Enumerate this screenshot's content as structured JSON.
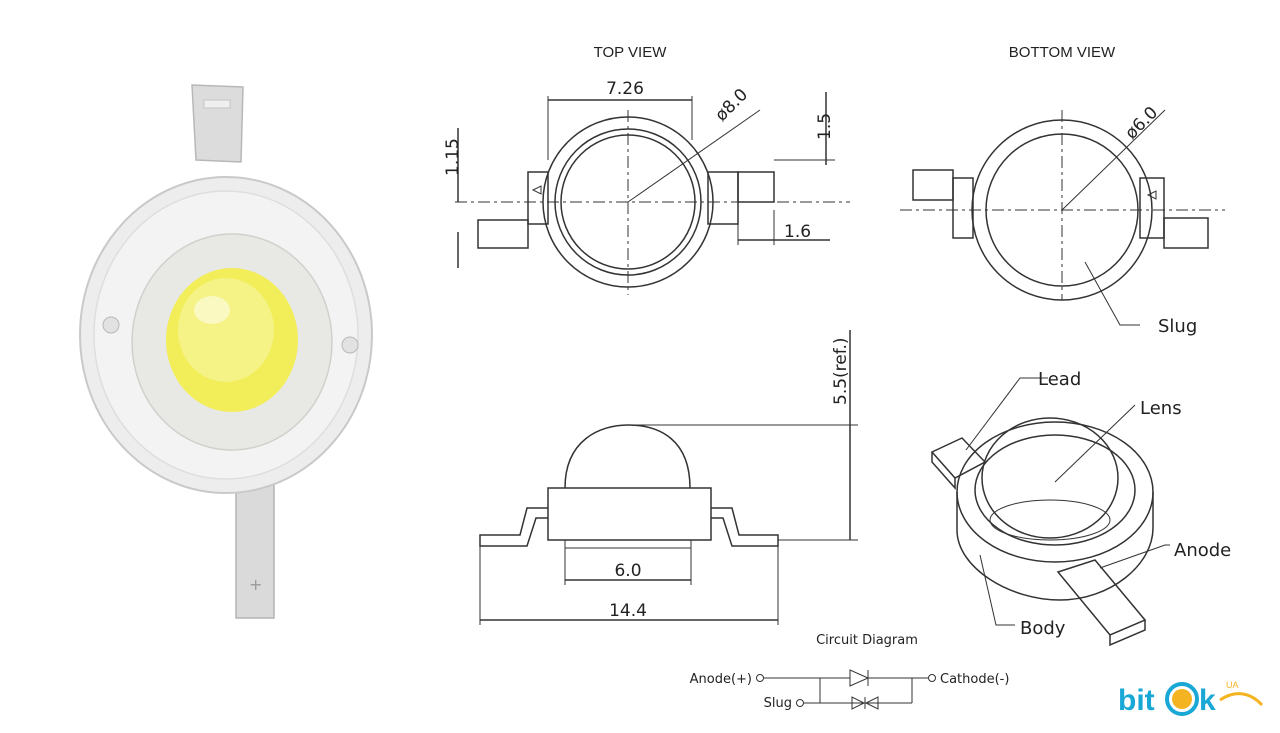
{
  "views": {
    "top_title": "TOP VIEW",
    "bottom_title": "BOTTOM VIEW"
  },
  "dimensions": {
    "width_726": "7.26",
    "dia_80": "ø8.0",
    "d_15": "1.5",
    "d_115": "1.15",
    "d_16": "1.6",
    "dia_60": "ø6.0",
    "height_55": "5.5(ref.)",
    "d_60": "6.0",
    "d_144": "14.4"
  },
  "labels": {
    "slug": "Slug",
    "lead": "Lead",
    "lens": "Lens",
    "anode": "Anode",
    "body": "Body"
  },
  "circuit": {
    "title": "Circuit Diagram",
    "anode": "Anode(+)",
    "cathode": "Cathode(-)",
    "slug": "Slug"
  },
  "logo": {
    "text": "bitok",
    "sub": "UA",
    "color": "#19a7d6",
    "accent": "#f4b321"
  }
}
